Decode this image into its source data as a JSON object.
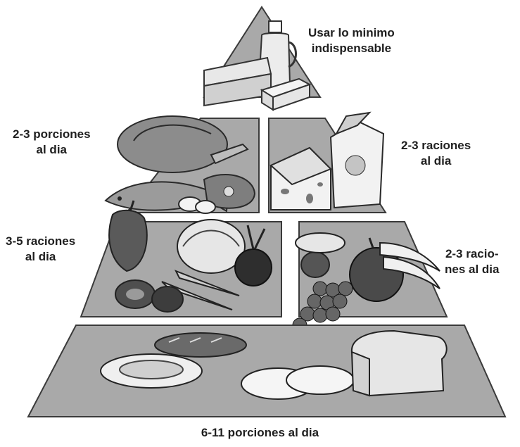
{
  "colors": {
    "tier_fill": "#a9a9a9",
    "tier_stroke": "#3a3a3a",
    "background": "#ffffff",
    "text": "#1f1f1f"
  },
  "labels": {
    "top": [
      "Usar lo minimo",
      "indispensable"
    ],
    "meat_group": [
      "2-3 porciones",
      "al dia"
    ],
    "dairy_group": [
      "2-3 raciones",
      "al dia"
    ],
    "vegetable_group": [
      "3-5 raciones",
      "al dia"
    ],
    "fruit_group": [
      "2-3 racio-",
      "nes al dia"
    ],
    "grain_group": "6-11 porciones al dia"
  },
  "icons": [
    "oil-bottle-icon",
    "cake-slice-icon",
    "butter-icon",
    "turkey-icon",
    "fish-icon",
    "steak-icon",
    "eggs-icon",
    "cheese-icon",
    "milk-carton-icon",
    "pepper-icon",
    "cabbage-icon",
    "beet-icon",
    "carrot-icon",
    "pineapple-icon",
    "grapes-icon",
    "banana-icon",
    "bread-loaf-icon",
    "pasta-plate-icon",
    "rolls-icon"
  ]
}
